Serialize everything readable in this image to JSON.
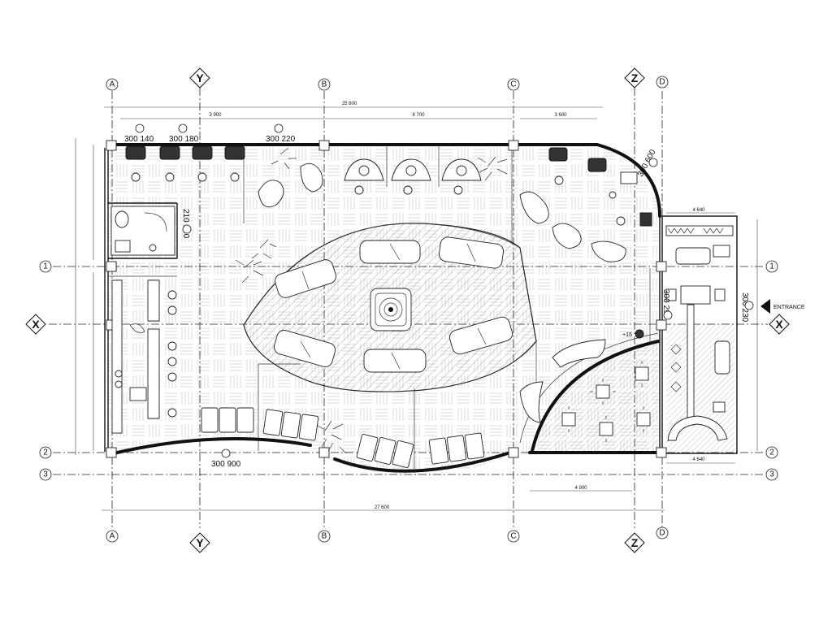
{
  "grid": {
    "vertical": [
      {
        "id": "A",
        "kind": "circle"
      },
      {
        "id": "Y",
        "kind": "diamond"
      },
      {
        "id": "B",
        "kind": "circle"
      },
      {
        "id": "C",
        "kind": "circle"
      },
      {
        "id": "Z",
        "kind": "diamond"
      },
      {
        "id": "D",
        "kind": "circle"
      }
    ],
    "horizontal": [
      {
        "id": "1",
        "kind": "circle"
      },
      {
        "id": "X",
        "kind": "diamond"
      },
      {
        "id": "2",
        "kind": "circle"
      },
      {
        "id": "3",
        "kind": "circle"
      }
    ]
  },
  "dimensions": {
    "top_left": "300 140",
    "top_mid_1": "300 180",
    "top_mid_2": "300 220",
    "right_corner": "300 600",
    "toilet": "210 140",
    "bottom": "300 900",
    "entrance_col_1": "300 290",
    "entrance_col_2": "300 230"
  },
  "labels": {
    "entrance": "ENTRANCE",
    "level_mark": "+15"
  },
  "colors": {
    "line": "#111111",
    "hatch": "#8a8a8a",
    "background": "#ffffff"
  }
}
